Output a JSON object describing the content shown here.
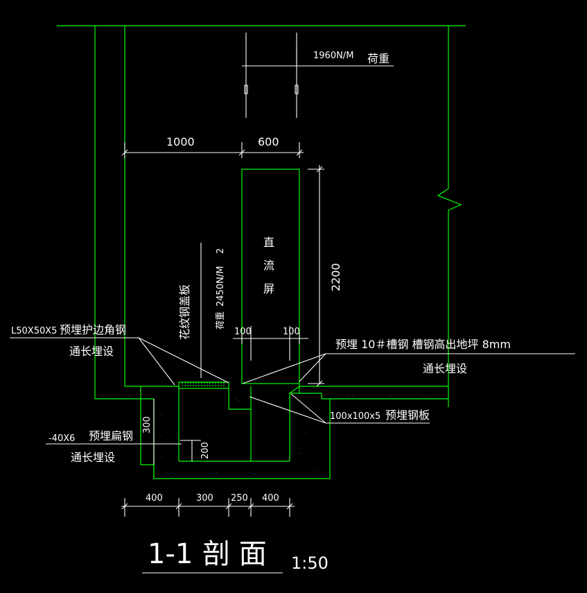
{
  "load_top": {
    "value": "1960N/M",
    "label": "荷重"
  },
  "dims_top": [
    "1000",
    "600"
  ],
  "screen": {
    "line1": "直",
    "line2": "流",
    "line3": "屏",
    "height": "2200"
  },
  "cover_plate": {
    "name": "花纹钢盖板",
    "load_label": "荷重",
    "load_value": "2450N/M",
    "sup": "2"
  },
  "dims_100": [
    "100",
    "100"
  ],
  "angle_note": {
    "size": "L50X50X5",
    "text": "预埋护边角钢",
    "sub": "通长埋设"
  },
  "channel_note": {
    "text": "预埋 10＃槽钢 槽钢高出地坪 8mm",
    "sub": "通长埋设"
  },
  "plate_note": {
    "size": "100x100x5",
    "text": "预埋钢板"
  },
  "flat_note": {
    "size": "-40X6",
    "text": "预埋扁钢",
    "sub": "通长埋设"
  },
  "dims_trench": {
    "depth": "300",
    "inner": "200"
  },
  "dims_bottom": [
    "400",
    "300",
    "250",
    "400"
  ],
  "section_title": {
    "name": "1-1",
    "word": "剖 面",
    "scale": "1:50"
  }
}
